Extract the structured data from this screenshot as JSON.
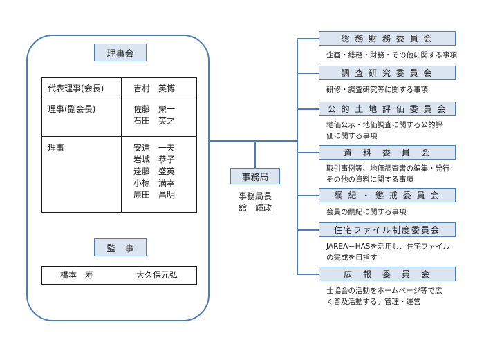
{
  "board": {
    "title": "理事会",
    "rows": [
      {
        "role": "代表理事(会長)",
        "names": "吉村　英博"
      },
      {
        "role": "理事(副会長)",
        "names": "佐藤　栄一\n石田　英之"
      },
      {
        "role": "理事",
        "names": "安達　一夫\n岩城　恭子\n遠藤　盛英\n小椋　満幸\n原田　昌明"
      }
    ]
  },
  "auditors": {
    "title": "監　事",
    "names": [
      "橋本　寿",
      "大久保元弘"
    ]
  },
  "office": {
    "title": "事務局",
    "head_title": "事務局長",
    "head_name": "舘　輝政"
  },
  "committees": [
    {
      "name": "総 務 財 務 委 員 会",
      "desc": "企画・総務・財務・その他に関する事項"
    },
    {
      "name": "調 査 研 究 委 員 会",
      "desc": "研修・調査研究等に関する事項"
    },
    {
      "name": "公 的 土 地 評 価 委 員 会",
      "desc": "地価公示・地価調査に関する公的評\n価に関する事項"
    },
    {
      "name": "資　料　委　員　会",
      "desc": "取引事例等、地価調査書の編集・発行\nその他の資料に関する事項"
    },
    {
      "name": "綱 紀 ・ 懲 戒 委 員 会",
      "desc": "会員の綱紀に関する事項"
    },
    {
      "name": "住宅ファイル制度委員会",
      "desc": "JAREA－HASを活用し、住宅ファイル\nの完成を目指す"
    },
    {
      "name": "広　報　委　員　会",
      "desc": "士協会の活動をホームページ等で広\nく普及活動する。管理・運営"
    }
  ],
  "colors": {
    "accent": "#4a7cb8",
    "fill": "#dbe5f1"
  }
}
